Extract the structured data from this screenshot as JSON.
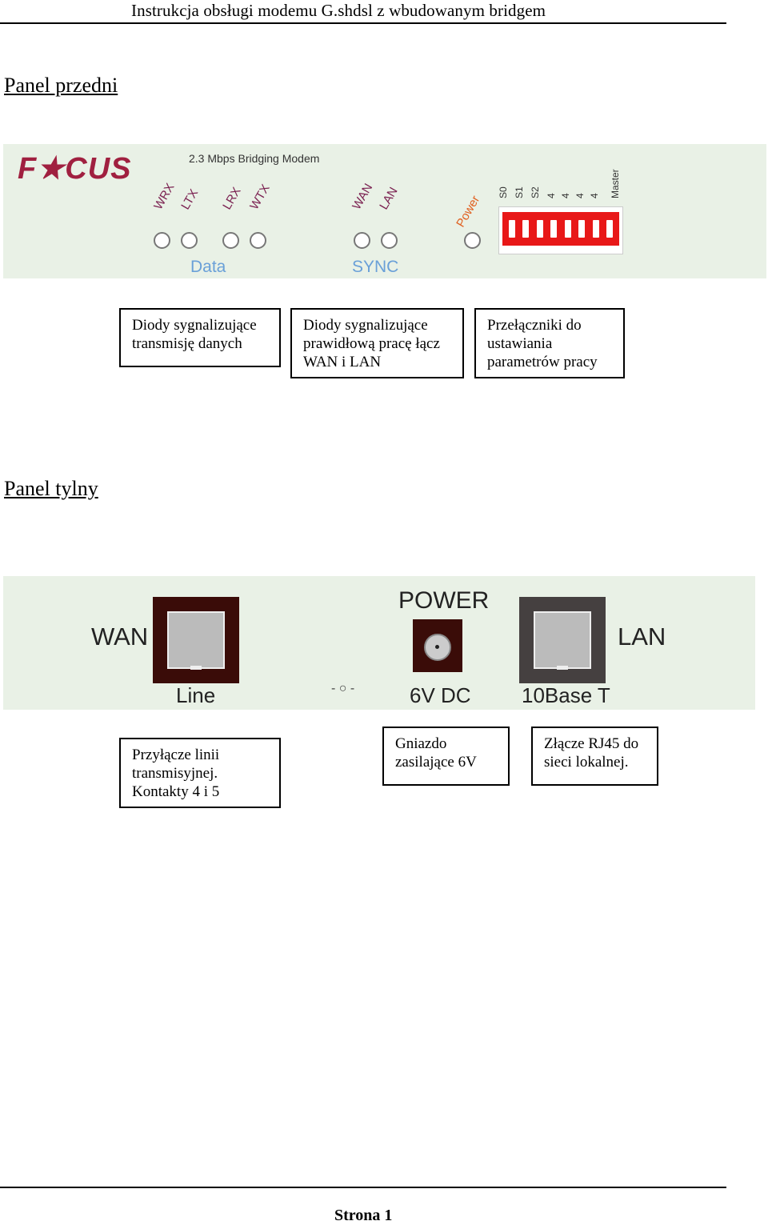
{
  "header": {
    "title": "Instrukcja obsługi modemu G.shdsl z wbudowanym bridgem"
  },
  "front": {
    "section_title": "Panel przedni",
    "logo": "F★CUS",
    "model": "2.3 Mbps Bridging Modem",
    "data_leds": [
      "WRX",
      "LTX",
      "LRX",
      "WTX"
    ],
    "data_label": "Data",
    "sync_leds": [
      "WAN",
      "LAN"
    ],
    "sync_label": "SYNC",
    "power_label": "Power",
    "dip_labels": [
      "S0",
      "S1",
      "S2",
      "4",
      "4",
      "4",
      "4",
      "Master"
    ],
    "callouts": [
      "Diody sygnalizujące transmisję danych",
      "Diody sygnalizujące prawidłową pracę łącz WAN i LAN",
      "Przełączniki do ustawiania parametrów pracy"
    ]
  },
  "back": {
    "section_title": "Panel tylny",
    "wan_label": "WAN",
    "line_label": "Line",
    "power_label": "POWER",
    "dc_label": "6V DC",
    "lan_label": "LAN",
    "base_label": "10Base T",
    "polarity": "- ○ -",
    "callouts": [
      "Przyłącze linii transmisyjnej. Kontakty 4 i 5",
      "Gniazdo zasilające 6V",
      "Złącze RJ45 do sieci lokalnej."
    ]
  },
  "footer": {
    "page": "Strona 1"
  }
}
